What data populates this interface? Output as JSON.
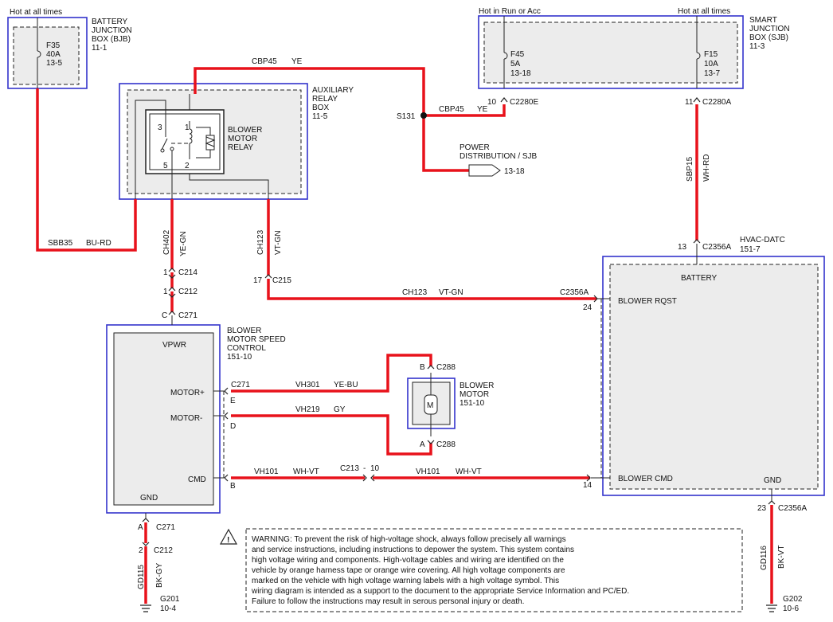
{
  "supply": {
    "bjb_hot": "Hot at all times",
    "sjb_run_acc": "Hot in Run or Acc",
    "sjb_hot": "Hot at all times"
  },
  "bjb": {
    "name_lines": [
      "BATTERY",
      "JUNCTION",
      "BOX (BJB)"
    ],
    "ref": "11-1",
    "fuse_id": "F35",
    "fuse_rating": "40A",
    "fuse_ref": "13-5"
  },
  "sjb": {
    "name_lines": [
      "SMART",
      "JUNCTION",
      "BOX (SJB)"
    ],
    "ref": "11-3",
    "fuse_a": {
      "id": "F45",
      "rating": "5A",
      "ref": "13-18",
      "pin": "10",
      "connector": "C2280E"
    },
    "fuse_b": {
      "id": "F15",
      "rating": "10A",
      "ref": "13-7",
      "pin": "11",
      "connector": "C2280A"
    }
  },
  "relay_box": {
    "name_lines": [
      "AUXILIARY",
      "RELAY",
      "BOX"
    ],
    "ref": "11-5",
    "relay_lines": [
      "BLOWER",
      "MOTOR",
      "RELAY"
    ],
    "pins": {
      "p1": "1",
      "p2": "2",
      "p3": "3",
      "p5": "5"
    }
  },
  "splice": {
    "id": "S131"
  },
  "power_dist": {
    "lines": [
      "POWER",
      "DISTRIBUTION / SJB"
    ],
    "ref": "13-18"
  },
  "circuits": {
    "cbp45_top": {
      "id": "CBP45",
      "color": "YE"
    },
    "cbp45_splice": {
      "id": "CBP45",
      "color": "YE"
    },
    "sbb35": {
      "id": "SBB35",
      "color": "BU-RD"
    },
    "ch402": {
      "id": "CH402",
      "color": "YE-GN"
    },
    "ch123_v": {
      "id": "CH123",
      "color": "VT-GN"
    },
    "ch123_h": {
      "id": "CH123",
      "color": "VT-GN"
    },
    "sbp15": {
      "id": "SBP15",
      "color": "WH-RD"
    },
    "vh301": {
      "id": "VH301",
      "color": "YE-BU"
    },
    "vh219": {
      "id": "VH219",
      "color": "GY"
    },
    "vh101_a": {
      "id": "VH101",
      "color": "WH-VT"
    },
    "vh101_b": {
      "id": "VH101",
      "color": "WH-VT"
    },
    "gd115": {
      "id": "GD115",
      "color": "BK-GY"
    },
    "gd116": {
      "id": "GD116",
      "color": "BK-VT"
    }
  },
  "connectors": {
    "c214": {
      "pin": "1",
      "id": "C214"
    },
    "c212_top": {
      "pin": "1",
      "id": "C212"
    },
    "c271_top": {
      "pin": "C",
      "id": "C271"
    },
    "c215": {
      "pin": "17",
      "id": "C215"
    },
    "c2356a_top": {
      "pin": "13",
      "id": "C2356A"
    },
    "c2356a_rqst": {
      "pin": "24",
      "id": "C2356A"
    },
    "c2356a_cmd": {
      "pin": "14"
    },
    "c2356a_gnd": {
      "pin": "23",
      "id": "C2356A"
    },
    "c271_motor": {
      "id": "C271",
      "pin_e": "E",
      "pin_d": "D",
      "pin_b": "B"
    },
    "c288_b": {
      "pin": "B",
      "id": "C288"
    },
    "c288_a": {
      "pin": "A",
      "id": "C288"
    },
    "c213": {
      "id": "C213",
      "pin": "10"
    },
    "c271_gnd": {
      "pin": "A",
      "id": "C271"
    },
    "c212_gnd": {
      "pin": "2",
      "id": "C212"
    }
  },
  "speed_control": {
    "name_lines": [
      "BLOWER",
      "MOTOR SPEED",
      "CONTROL"
    ],
    "ref": "151-10",
    "vpwr": "VPWR",
    "motor_pos": "MOTOR+",
    "motor_neg": "MOTOR-",
    "cmd": "CMD",
    "gnd": "GND"
  },
  "motor": {
    "name_lines": [
      "BLOWER",
      "MOTOR"
    ],
    "ref": "151-10",
    "symbol": "M"
  },
  "hvac": {
    "name": "HVAC-DATC",
    "ref": "151-7",
    "battery": "BATTERY",
    "blower_rqst": "BLOWER RQST",
    "blower_cmd": "BLOWER CMD",
    "gnd": "GND"
  },
  "grounds": {
    "g201": {
      "id": "G201",
      "ref": "10-4"
    },
    "g202": {
      "id": "G202",
      "ref": "10-6"
    }
  },
  "warning": {
    "icon_symbol": "!",
    "lines": [
      "WARNING: To prevent the risk of high-voltage shock, always follow precisely all warnings",
      "and service instructions, including instructions to depower the system. This system contains",
      "high voltage wiring and components. High-voltage cables and wiring are identified on the",
      "vehicle by orange harness tape or orange wire covering. All high voltage components are",
      "marked on the vehicle with high voltage warning labels with a high voltage symbol. This",
      "wiring diagram is intended as a support to the document to the appropriate Service Information and PC/ED.",
      "Failure to follow the instructions may result in serous personal injury or death."
    ]
  }
}
